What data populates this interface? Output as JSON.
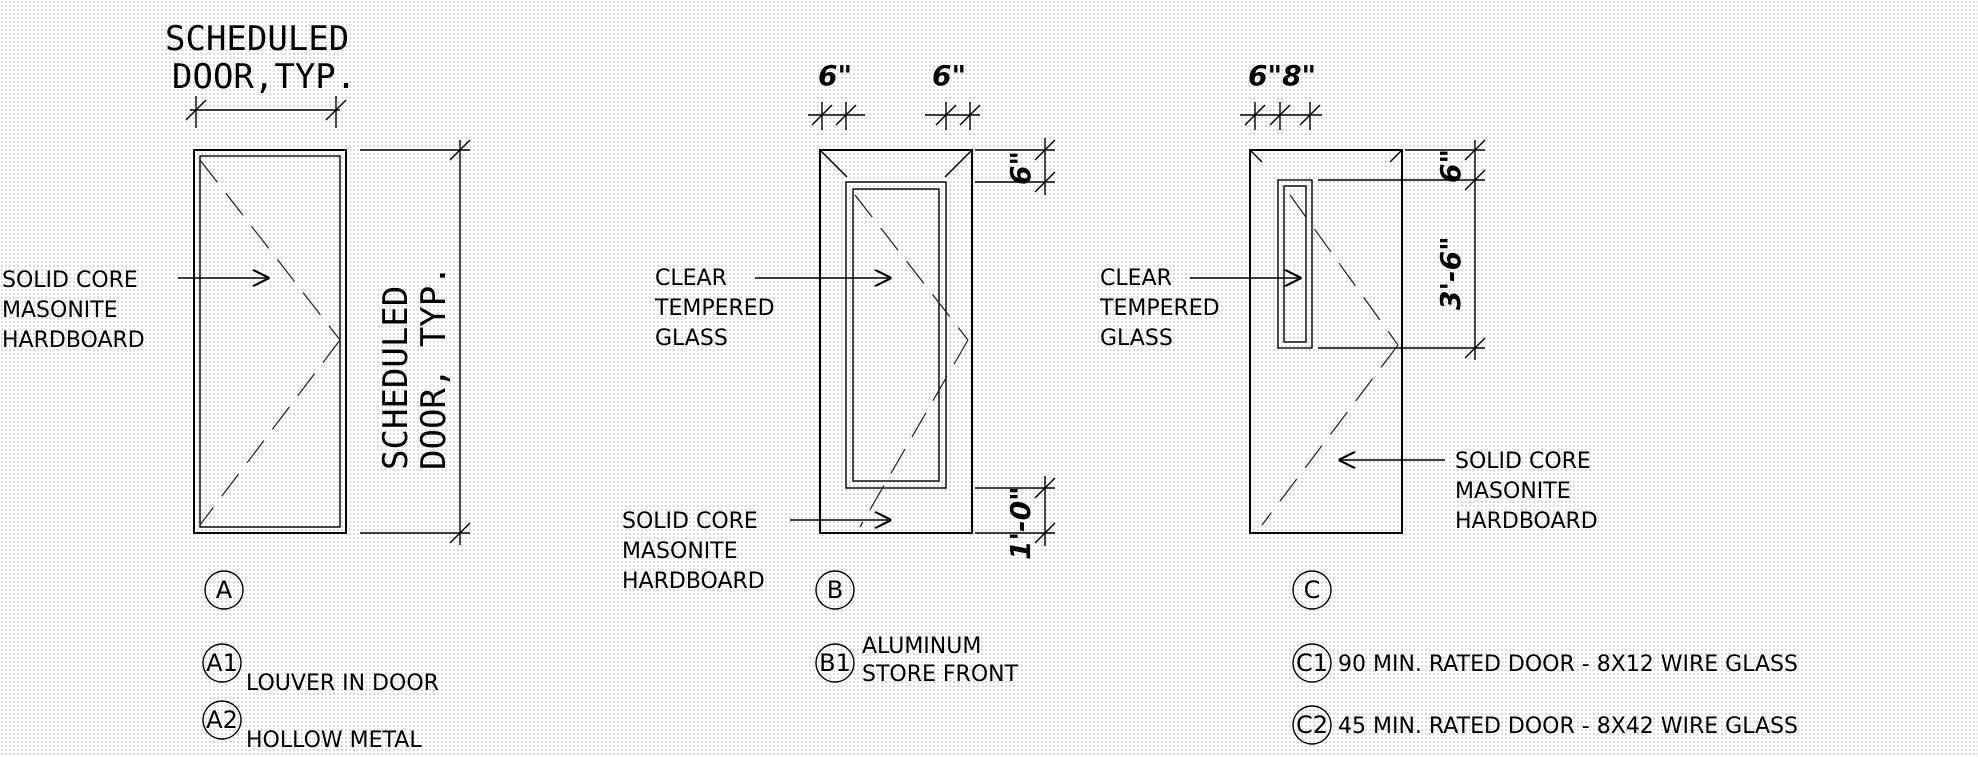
{
  "door_a": {
    "width_label": [
      "SCHEDULED",
      "DOOR,TYP."
    ],
    "height_label": [
      "SCHEDULED",
      "DOOR, TYP."
    ],
    "material_label": [
      "SOLID CORE",
      "MASONITE",
      "HARDBOARD"
    ],
    "tag": "A"
  },
  "door_b": {
    "stile_dims": [
      "6\"",
      "6\""
    ],
    "top_rail_dim": "6\"",
    "bottom_rail_dim": "1'-0\"",
    "glass_label": [
      "CLEAR",
      "TEMPERED",
      "GLASS"
    ],
    "material_label": [
      "SOLID CORE",
      "MASONITE",
      "HARDBOARD"
    ],
    "tag": "B"
  },
  "door_c": {
    "width_dims": "6\"8\"",
    "top_dim": "6\"",
    "glass_height_dim": "3'-6\"",
    "glass_label": [
      "CLEAR",
      "TEMPERED",
      "GLASS"
    ],
    "material_label": [
      "SOLID CORE",
      "MASONITE",
      "HARDBOARD"
    ],
    "tag": "C"
  },
  "legend": [
    {
      "tag": "A1",
      "text": "LOUVER IN DOOR"
    },
    {
      "tag": "A2",
      "text": "HOLLOW METAL"
    },
    {
      "tag": "B1",
      "text": [
        "ALUMINUM",
        "STORE FRONT"
      ]
    },
    {
      "tag": "C1",
      "text": "90 MIN. RATED DOOR - 8X12 WIRE GLASS"
    },
    {
      "tag": "C2",
      "text": "45 MIN. RATED DOOR - 8X42 WIRE GLASS"
    }
  ]
}
